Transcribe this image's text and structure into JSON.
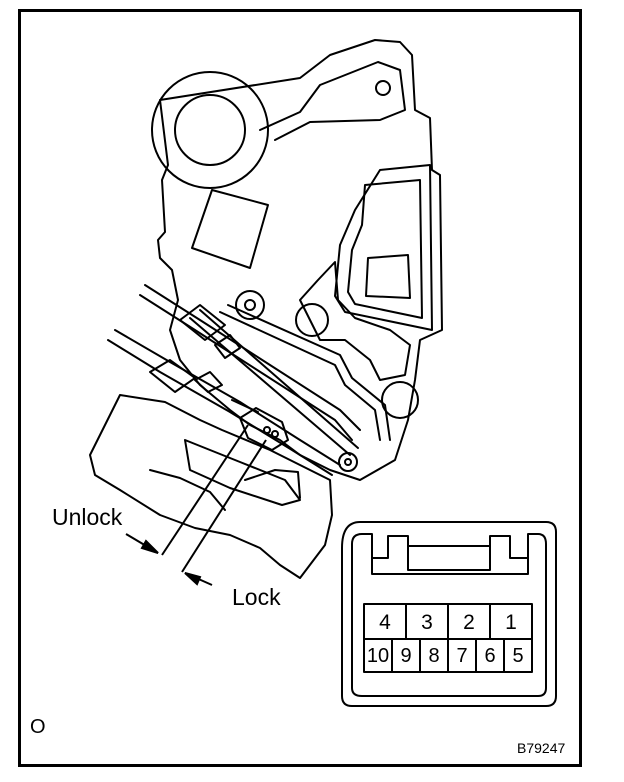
{
  "labels": {
    "unlock": "Unlock",
    "lock": "Lock",
    "corner_mark": "O",
    "figure_id": "B79247"
  },
  "connector": {
    "top_row": [
      "4",
      "3",
      "2",
      "1"
    ],
    "bottom_row": [
      "10",
      "9",
      "8",
      "7",
      "6",
      "5"
    ]
  },
  "colors": {
    "line": "#000000",
    "background": "#ffffff"
  }
}
